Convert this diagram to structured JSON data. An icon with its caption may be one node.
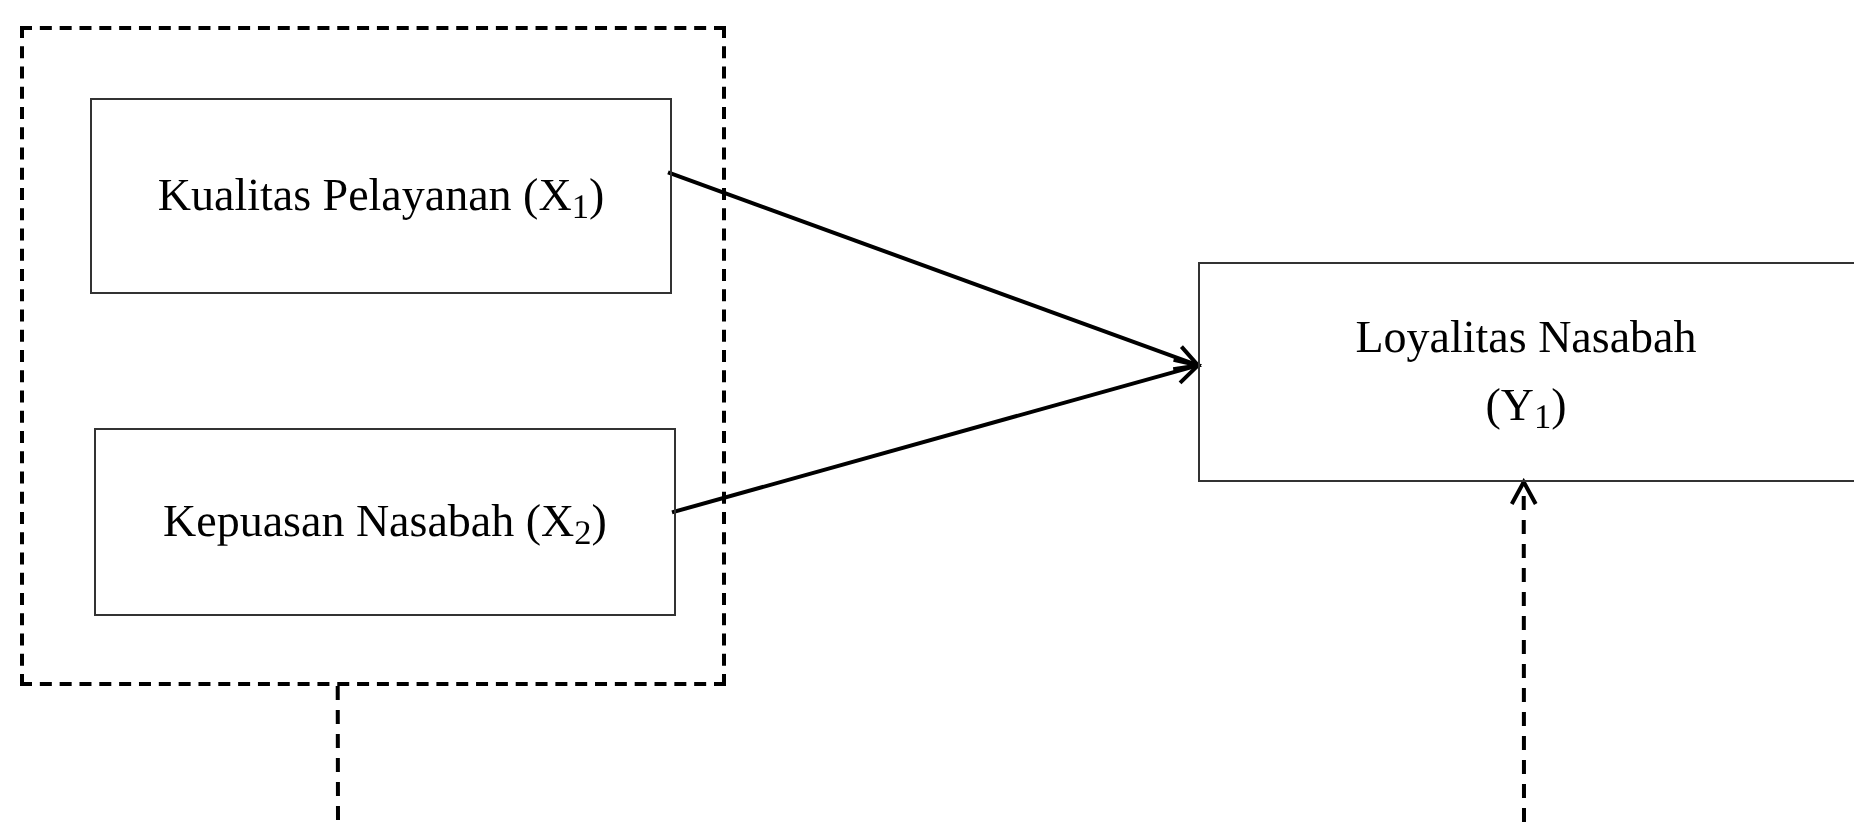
{
  "diagram": {
    "nodes": [
      {
        "text": [],
        "shape": "box"
      },
      {
        "text": [
          "Kualitas Pelayanan (X$_{1}$)"
        ],
        "in": 0
      },
      {
        "text": [
          "Kepuasan Nasabah (X$_{2}$)"
        ],
        "in": 0
      },
      {
        "text": [
          "Loyalitas Nasabah (Y$_{1}$)"
        ]
      }
    ],
    "edges": [
      {
        "from": 1,
        "to": 3,
        "arrow": "to"
      },
      {
        "from": 2,
        "to": 3,
        "arrow": "to"
      },
      {
        "from": 0,
        "to": null,
        "arrow": "none",
        "style": "dashed"
      },
      {
        "from": null,
        "to": 3,
        "arrow": "to",
        "style": "dashed"
      }
    ]
  }
}
